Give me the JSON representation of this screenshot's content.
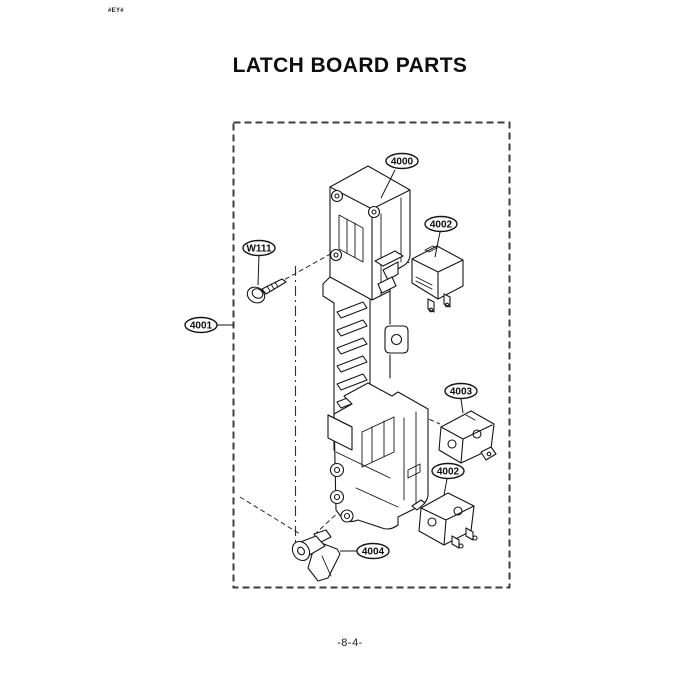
{
  "page": {
    "corner_mark": "#EY#",
    "title": "LATCH BOARD PARTS",
    "page_number": "-8-4-"
  },
  "diagram": {
    "description": "Exploded-view parts diagram of a microwave oven latch board assembly inside a dashed outline box",
    "colors": {
      "line": "#161616",
      "dashed_border": "#3d3d3d",
      "background": "#ffffff"
    },
    "callouts": [
      {
        "label": "4000",
        "part": "latch-board-bracket"
      },
      {
        "label": "4002",
        "part": "micro-switch-upper"
      },
      {
        "label": "W111",
        "part": "mounting-screw"
      },
      {
        "label": "4001",
        "part": "latch-board-assembly"
      },
      {
        "label": "4003",
        "part": "micro-switch-middle"
      },
      {
        "label": "4002",
        "part": "micro-switch-lower"
      },
      {
        "label": "4004",
        "part": "latch-lever"
      }
    ]
  }
}
